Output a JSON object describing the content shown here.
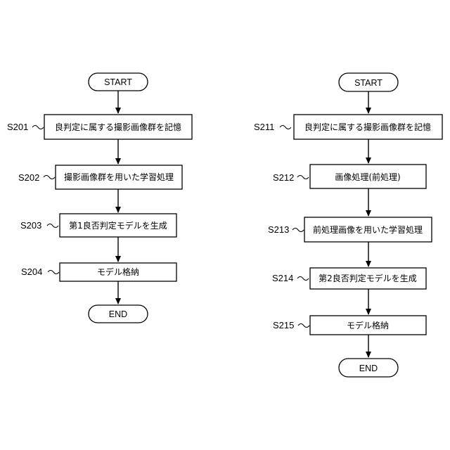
{
  "left_flow": {
    "start": "START",
    "steps": [
      {
        "label": "S201",
        "text": "良判定に属する撮影画像群を記憶"
      },
      {
        "label": "S202",
        "text": "撮影画像群を用いた学習処理"
      },
      {
        "label": "S203",
        "text": "第1良否判定モデルを生成"
      },
      {
        "label": "S204",
        "text": "モデル格納"
      }
    ],
    "end": "END"
  },
  "right_flow": {
    "start": "START",
    "steps": [
      {
        "label": "S211",
        "text": "良判定に属する撮影画像群を記憶"
      },
      {
        "label": "S212",
        "text": "画像処理(前処理)"
      },
      {
        "label": "S213",
        "text": "前処理画像を用いた学習処理"
      },
      {
        "label": "S214",
        "text": "第2良否判定モデルを生成"
      },
      {
        "label": "S215",
        "text": "モデル格納"
      }
    ],
    "end": "END"
  }
}
